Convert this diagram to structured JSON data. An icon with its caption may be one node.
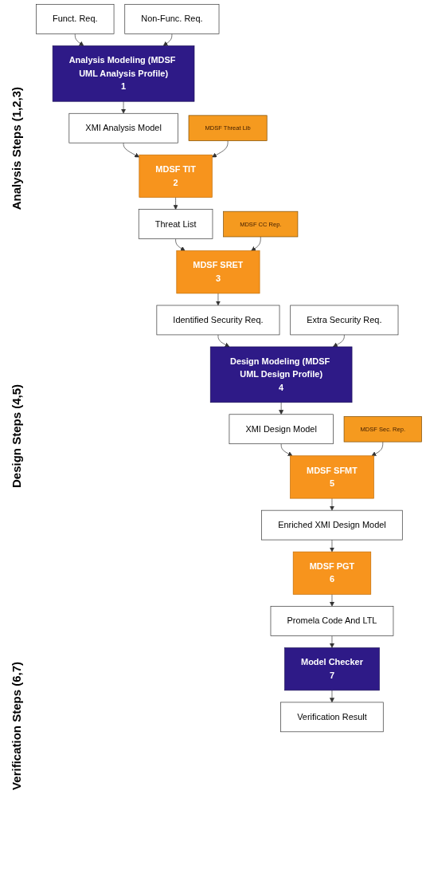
{
  "diagram": {
    "nodes": [
      {
        "text": [
          "Funct. Req."
        ]
      },
      {
        "text": [
          "Non-Func. Req."
        ]
      },
      {
        "text": [
          "Analysis Modeling (MDSF UML Analysis Profile)",
          "1"
        ]
      },
      {
        "text": [
          "XMI Analysis Model"
        ]
      },
      {
        "text": [
          "MDSF TIT",
          "2"
        ]
      },
      {
        "text": [
          "MDSF Threat Lib"
        ]
      },
      {
        "text": [
          "Threat List"
        ]
      },
      {
        "text": [
          "MDSF SRET",
          "3"
        ]
      },
      {
        "text": [
          "MDSF CC Rep."
        ]
      },
      {
        "text": [
          "Identified Security Req."
        ]
      },
      {
        "text": [
          "Design Modeling (MDSF UML Design Profile)",
          "4"
        ]
      },
      {
        "text": [
          "Extra Security Req."
        ]
      },
      {
        "text": [
          "XMI Design Model"
        ]
      },
      {
        "text": [
          "MDSF SFMT",
          "5"
        ]
      },
      {
        "text": [
          "MDSF Sec. Rep."
        ]
      },
      {
        "text": [
          "Enriched XMI Design Model"
        ]
      },
      {
        "text": [
          "MDSF PGT",
          "6"
        ]
      },
      {
        "text": [
          "Promela Code And LTL"
        ]
      },
      {
        "text": [
          "Model Checker",
          "7"
        ]
      },
      {
        "text": [
          "Verification Result"
        ]
      }
    ],
    "edges": [
      {
        "from": 0,
        "to": 2,
        "arrow": "to"
      },
      {
        "from": 1,
        "to": 2,
        "arrow": "to"
      },
      {
        "from": 2,
        "to": 3,
        "arrow": "to"
      },
      {
        "from": 3,
        "to": 4,
        "arrow": "to"
      },
      {
        "from": 5,
        "to": 4,
        "arrow": "to"
      },
      {
        "from": 4,
        "to": 6,
        "arrow": "to"
      },
      {
        "from": 6,
        "to": 7,
        "arrow": "to"
      },
      {
        "from": 8,
        "to": 7,
        "arrow": "to"
      },
      {
        "from": 7,
        "to": 9,
        "arrow": "to"
      },
      {
        "from": 9,
        "to": 10,
        "arrow": "to"
      },
      {
        "from": 11,
        "to": 10,
        "arrow": "to"
      },
      {
        "from": 10,
        "to": 12,
        "arrow": "to"
      },
      {
        "from": 12,
        "to": 13,
        "arrow": "to"
      },
      {
        "from": 14,
        "to": 13,
        "arrow": "to"
      },
      {
        "from": 13,
        "to": 15,
        "arrow": "to"
      },
      {
        "from": 15,
        "to": 16,
        "arrow": "to"
      },
      {
        "from": 16,
        "to": 17,
        "arrow": "to"
      },
      {
        "from": 17,
        "to": 18,
        "arrow": "to"
      },
      {
        "from": 18,
        "to": 19,
        "arrow": "to"
      }
    ],
    "labels": [
      "Analysis Steps (1,2,3)",
      "Design Steps (4,5)",
      "Verification Steps (6,7)"
    ]
  }
}
